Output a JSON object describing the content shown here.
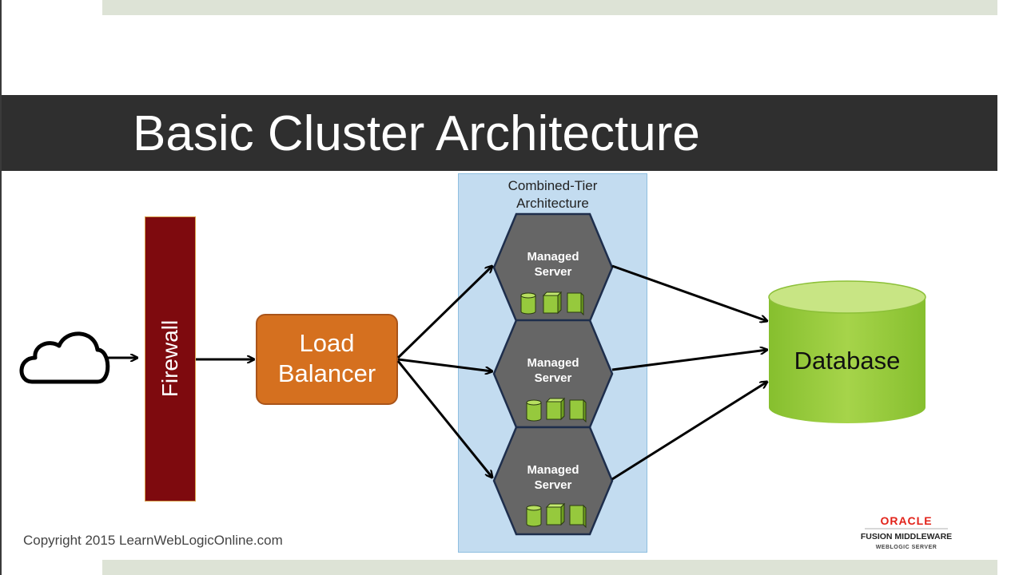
{
  "slide": {
    "title": "Basic Cluster Architecture",
    "copyright": "Copyright 2015 LearnWebLogicOnline.com"
  },
  "diagram": {
    "tier_label_line1": "Combined-Tier",
    "tier_label_line2": "Architecture",
    "firewall_label": "Firewall",
    "load_balancer_line1": "Load",
    "load_balancer_line2": "Balancer",
    "servers": [
      {
        "line1": "Managed",
        "line2": "Server"
      },
      {
        "line1": "Managed",
        "line2": "Server"
      },
      {
        "line1": "Managed",
        "line2": "Server"
      }
    ],
    "database_label": "Database"
  },
  "logo": {
    "brand": "ORACLE",
    "line1": "FUSION MIDDLEWARE",
    "line2": "WEBLOGIC SERVER"
  },
  "colors": {
    "title_bar": "#2f2f2f",
    "firewall": "#7e0a0e",
    "load_balancer": "#d5701f",
    "server_hex": "#666666",
    "database": "#96c93d",
    "tier_box": "#c3dcf0",
    "oracle_red": "#e2231a"
  }
}
